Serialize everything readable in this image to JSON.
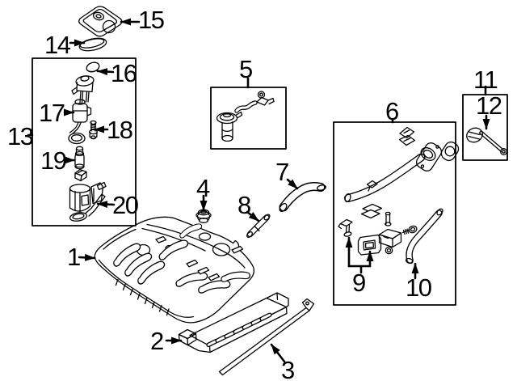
{
  "diagram": {
    "background_color": "#ffffff",
    "line_color": "#000000",
    "callouts": [
      {
        "label": "1"
      },
      {
        "label": "2"
      },
      {
        "label": "3"
      },
      {
        "label": "4"
      },
      {
        "label": "5"
      },
      {
        "label": "6"
      },
      {
        "label": "7"
      },
      {
        "label": "8"
      },
      {
        "label": "9"
      },
      {
        "label": "10"
      },
      {
        "label": "11"
      },
      {
        "label": "12"
      },
      {
        "label": "13"
      },
      {
        "label": "14"
      },
      {
        "label": "15"
      },
      {
        "label": "16"
      },
      {
        "label": "17"
      },
      {
        "label": "18"
      },
      {
        "label": "19"
      },
      {
        "label": "20"
      }
    ],
    "group_boxes": [
      {
        "callout": "5"
      },
      {
        "callout": "6"
      },
      {
        "callout": "11"
      },
      {
        "callout": "13"
      }
    ]
  }
}
